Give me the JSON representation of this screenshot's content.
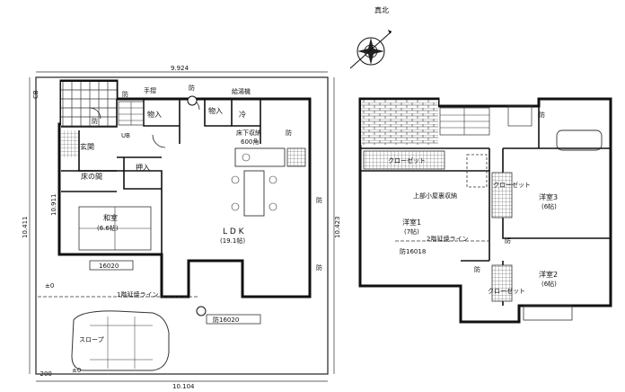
{
  "compass": {
    "north_label": "真北"
  },
  "floor1": {
    "dim_top": "9.924",
    "dim_bottom": "10.104",
    "dim_left": "10.411",
    "dim_right": "10.423",
    "dim_inner_left": "10.911",
    "dim_minus200": "-200",
    "level_0_a": "±0",
    "level_0_b": "±0",
    "rooms": {
      "entrance": "玄関",
      "tokonoma": "床の間",
      "oshiire1": "押入",
      "washitsu": "和室",
      "washitsu_size": "(6.6帖)",
      "storage1": "物入",
      "storage2": "物入",
      "fridge": "冷",
      "underfloor": "床下収納",
      "underfloor_size": "600角",
      "ldk": "L D K",
      "ldk_size": "(19.1帖)",
      "handrail": "手摺",
      "water_heater": "給湯機",
      "ub": "UB",
      "slope": "スロープ"
    },
    "labels": {
      "bou1": "防",
      "bou2": "防",
      "bou3": "防",
      "bou_side": "防",
      "p_side1": "防",
      "p_side2": "防",
      "window1": "16020",
      "window2": "防16020",
      "line_1f": "1階延焼ライン",
      "cb": "CB"
    }
  },
  "floor2": {
    "rooms": {
      "closet1": "クローゼット",
      "closet2": "クローゼット",
      "closet3": "クローゼット",
      "attic": "上部小屋裏収納",
      "room1": "洋室1",
      "room1_size": "(7帖)",
      "room2": "洋室2",
      "room2_size": "(6帖)",
      "room3": "洋室3",
      "room3_size": "(6帖)"
    },
    "labels": {
      "line_2f": "2階延焼ライン",
      "window": "防16018",
      "bou1": "防",
      "bou2": "防",
      "bou3": "防"
    }
  }
}
